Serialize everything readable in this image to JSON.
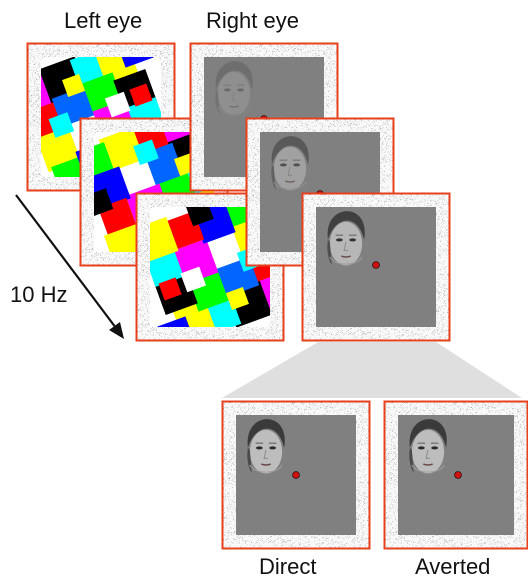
{
  "labels": {
    "left_eye": "Left eye",
    "right_eye": "Right eye",
    "frequency": "10 Hz",
    "direct": "Direct",
    "averted": "Averted"
  },
  "colors": {
    "frame_border": "#e8401c",
    "gray_field": "#808080",
    "fixation_dot": "#cc1111",
    "arrow": "#111111",
    "funnel": "#d9d9d9"
  },
  "panels": {
    "mondrian_frames": 3,
    "face_frames": 3,
    "face_opacity_levels": [
      0.25,
      0.55,
      0.9
    ],
    "example_conditions": [
      "direct",
      "averted"
    ]
  }
}
